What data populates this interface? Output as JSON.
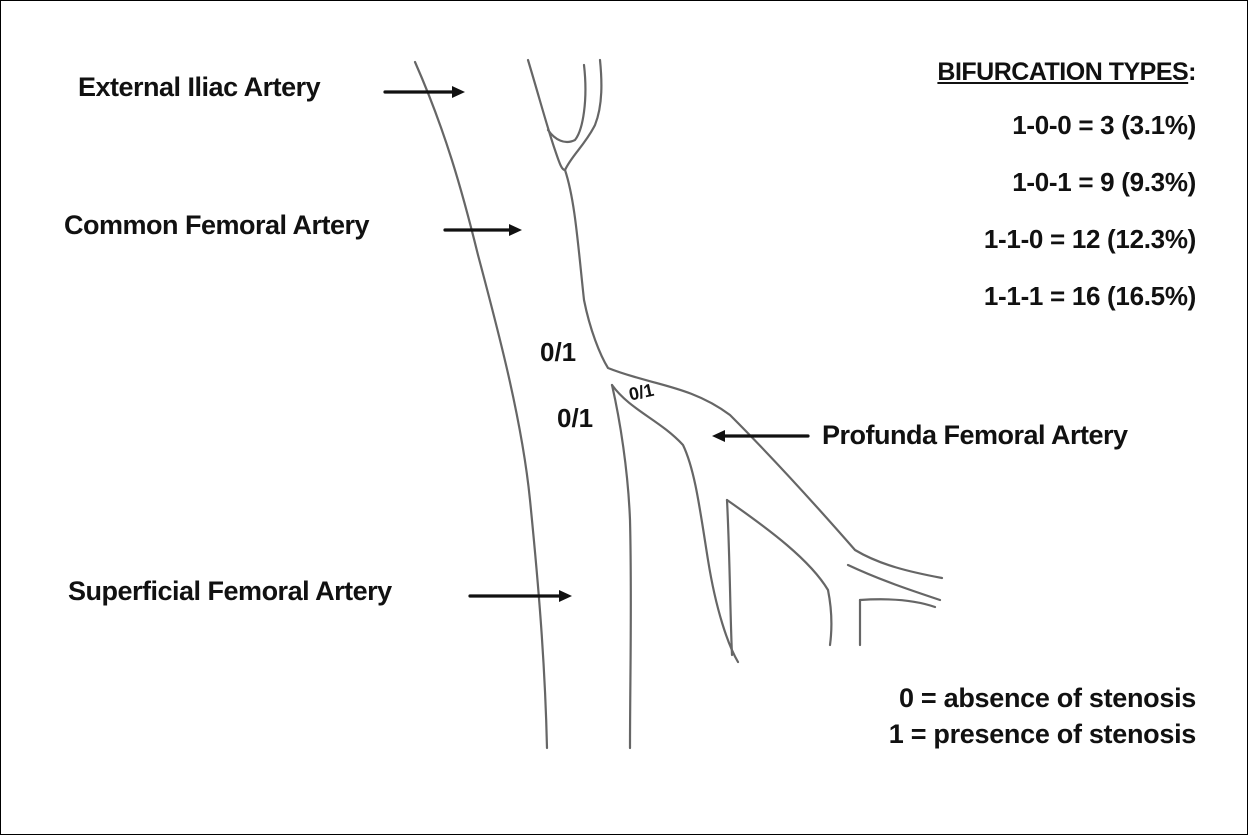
{
  "labels": {
    "external_iliac": "External Iliac Artery",
    "common_femoral": "Common Femoral Artery",
    "superficial_femoral": "Superficial Femoral Artery",
    "profunda_femoral": "Profunda Femoral Artery"
  },
  "bifurcation": {
    "title": "BIFURCATION TYPES",
    "title_suffix": ":",
    "types": [
      "1-0-0 = 3 (3.1%)",
      "1-0-1 = 9 (9.3%)",
      "1-1-0 = 12 (12.3%)",
      "1-1-1 = 16 (16.5%)"
    ]
  },
  "site_codes": [
    "0/1",
    "0/1",
    "0/1"
  ],
  "legend": {
    "absence": "0 = absence of stenosis",
    "presence": "1 = presence of stenosis"
  }
}
